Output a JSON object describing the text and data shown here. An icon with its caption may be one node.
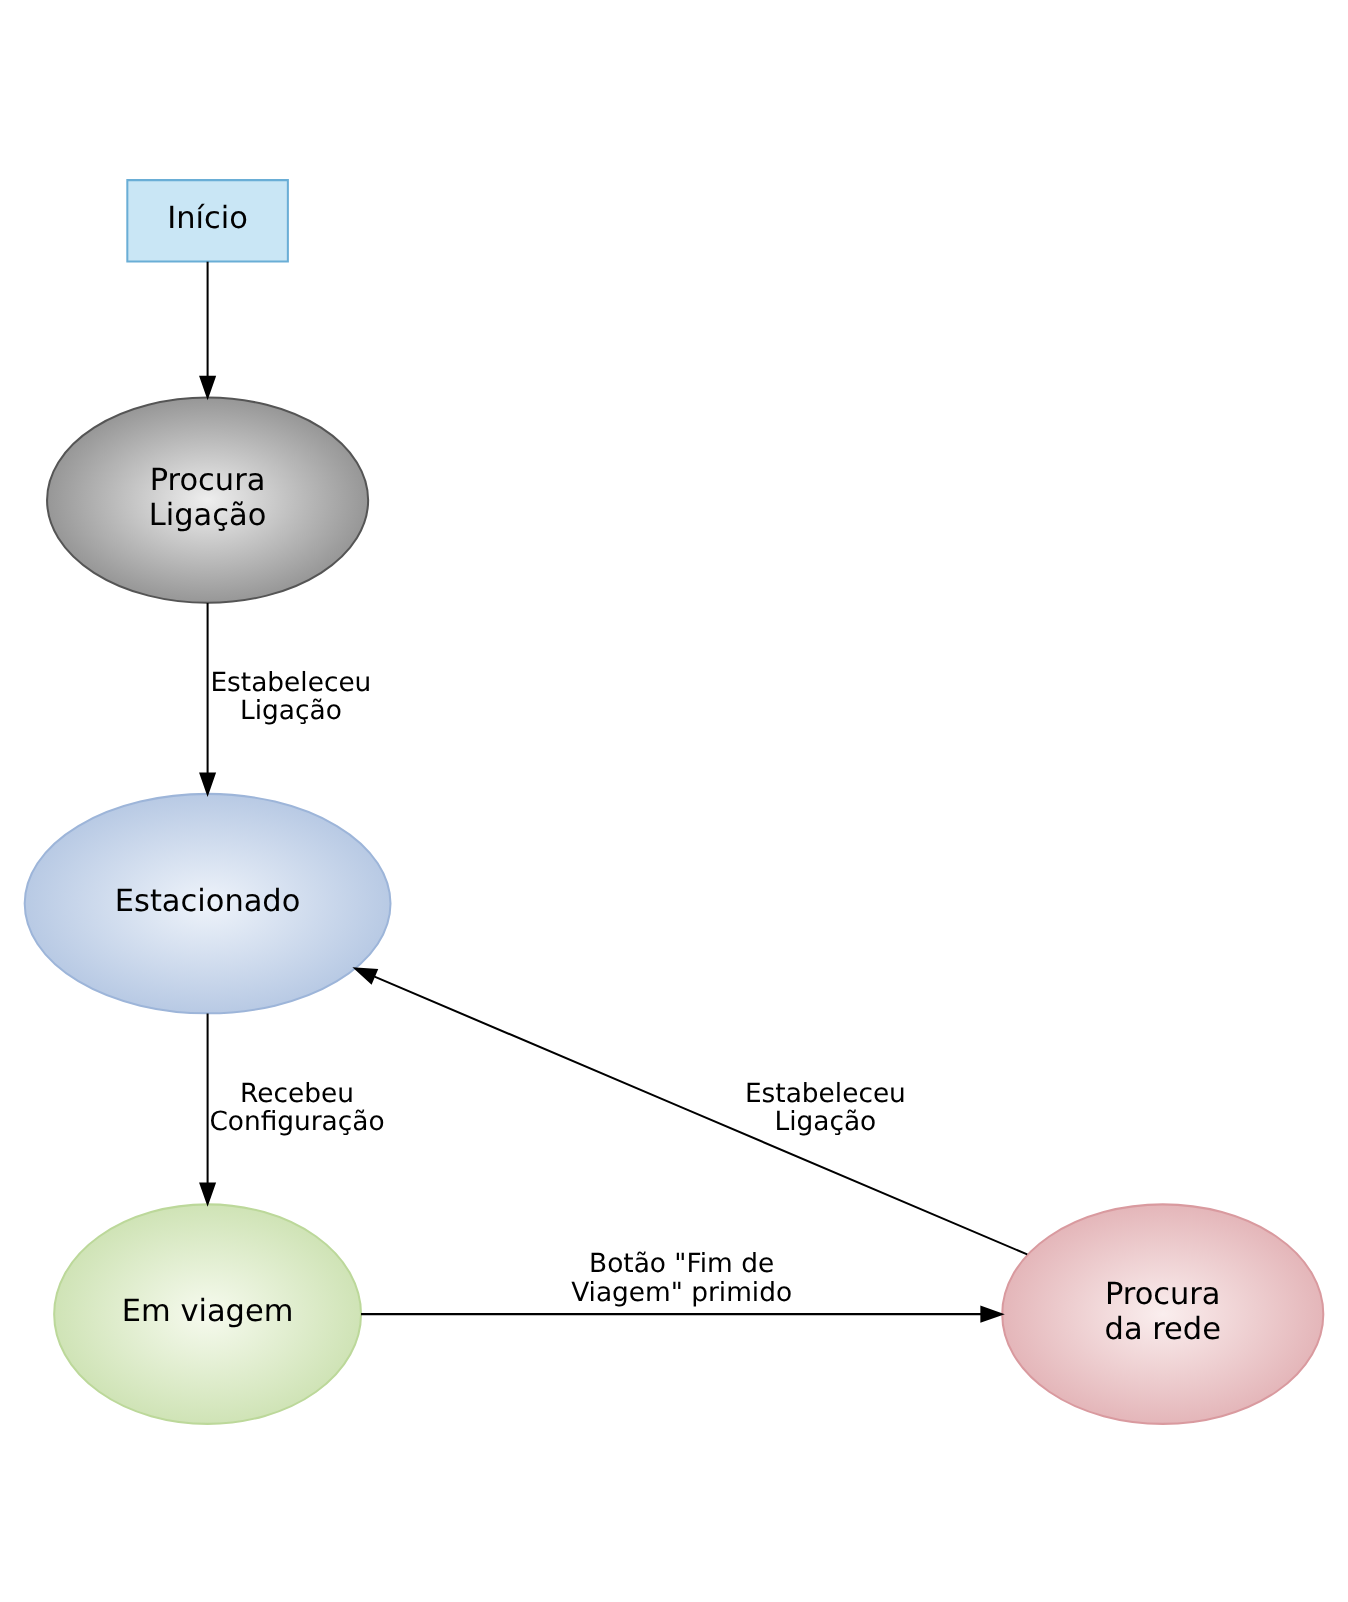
{
  "diagram": {
    "nodes": [
      {
        "text": [
          "Início"
        ]
      },
      {
        "text": [
          "Procura Ligação"
        ]
      },
      {
        "text": [
          "Estacionado"
        ]
      },
      {
        "text": [
          "Em viagem"
        ]
      },
      {
        "text": [
          "Procura da rede"
        ]
      }
    ],
    "edges": [
      {
        "from": 0,
        "to": 1,
        "arrow": "to"
      },
      {
        "from": 1,
        "to": 2,
        "arrow": "to",
        "label": "Estabeleceu Ligação"
      },
      {
        "from": 2,
        "to": 3,
        "arrow": "to",
        "label": "Recebeu Configuração"
      },
      {
        "from": 3,
        "to": 4,
        "arrow": "to",
        "label": "Botão \"Fim de Viagem\" primido"
      },
      {
        "from": 4,
        "to": 2,
        "arrow": "to",
        "label": "Estabeleceu Ligação"
      }
    ]
  }
}
